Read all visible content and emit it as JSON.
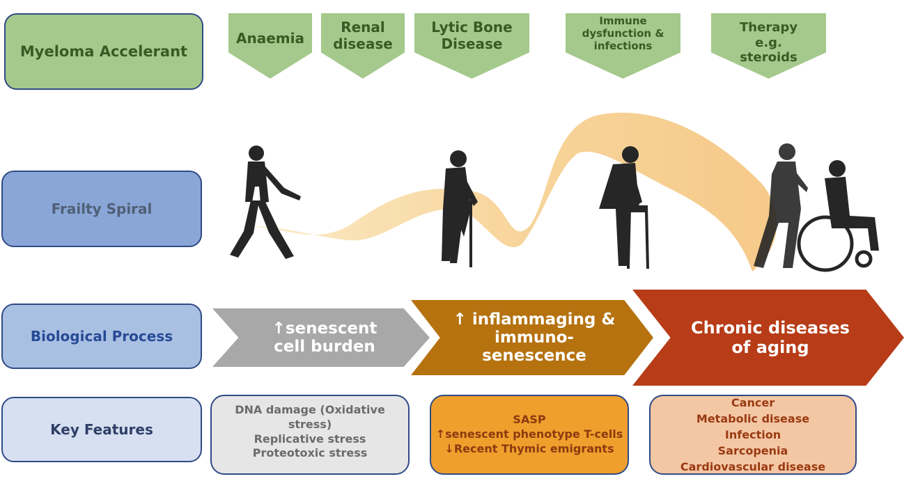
{
  "rows": {
    "accelerant": "Myeloma Accelerant",
    "frailty": "Frailty Spiral",
    "biological": "Biological Process",
    "features": "Key Features"
  },
  "accelerants": [
    "Anaemia",
    "Renal disease",
    "Lytic Bone Disease",
    "Immune dysfunction & infections",
    "Therapy e.g. steroids"
  ],
  "processes": [
    "↑senescent cell burden",
    "↑ inflammaging & immuno-senescence",
    "Chronic diseases of aging"
  ],
  "features": {
    "senescence": [
      "DNA damage (Oxidative stress)",
      "Replicative stress",
      "Proteotoxic stress"
    ],
    "inflammaging": [
      "SASP",
      "↑senescent phenotype T-cells",
      "↓Recent Thymic emigrants"
    ],
    "chronic": [
      "Cancer",
      "Metabolic disease",
      "Infection",
      "Sarcopenia",
      "Cardiovascular disease"
    ]
  },
  "colors": {
    "green": "#a5c98c",
    "blue_dark": "#8aa6d6",
    "blue_mid": "#aac0e3",
    "blue_light": "#d6e0f1",
    "grey": "#a8a8a8",
    "brown": "#b5720f",
    "rust": "#b73c17"
  }
}
